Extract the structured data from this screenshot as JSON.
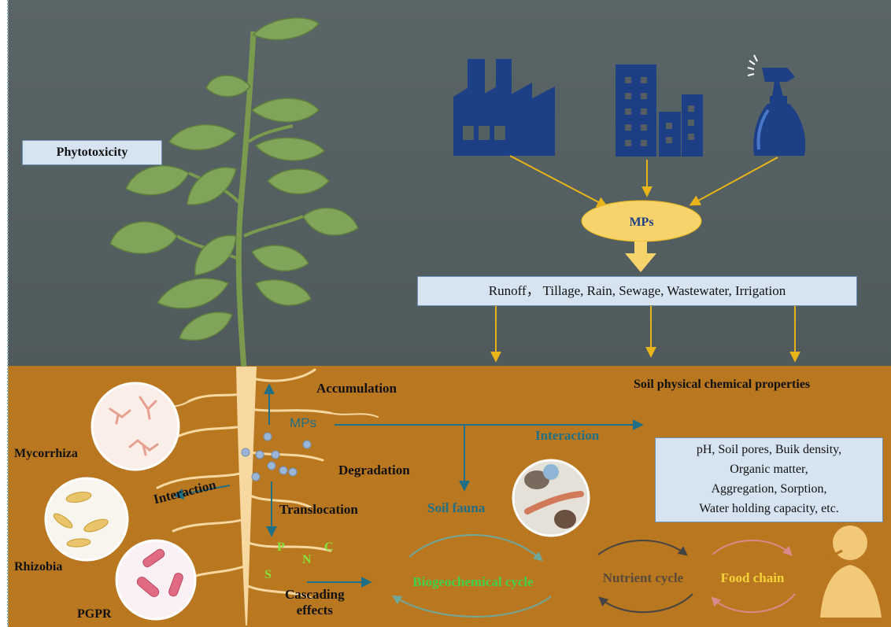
{
  "sky": {
    "phytotoxicity": "Phytotoxicity",
    "mps_label": "MPs",
    "sources_box": "Runoff， Tillage, Rain, Sewage, Wastewater, Irrigation"
  },
  "soil": {
    "properties_title": "Soil physical chemical properties",
    "properties_box": [
      "pH, Soil pores, Buik density,",
      "Organic matter,",
      "Aggregation, Sorption,",
      "Water holding capacity, etc."
    ],
    "accumulation": "Accumulation",
    "mps_root": "MPs",
    "interaction_right": "Interaction",
    "degradation": "Degradation",
    "translocation": "Translocation",
    "interaction_left": "Interaction",
    "soil_fauna": "Soil fauna",
    "nutrients": {
      "p": "P",
      "n": "N",
      "c": "C",
      "s": "S"
    },
    "cascading": [
      "Cascading",
      "effects"
    ],
    "biogeochemical": "Biogeochemical cycle",
    "nutrient_cycle": "Nutrient cycle",
    "food_chain": "Food chain",
    "microbes": {
      "mycorrhiza": "Mycorrhiza",
      "rhizobia": "Rhizobia",
      "pgpr": "PGPR"
    }
  },
  "colors": {
    "sky": "#556062",
    "soil": "#b9771f",
    "icon_blue": "#1d3f86",
    "arrow_yellow": "#e8b419",
    "arrow_teal": "#1f6f86",
    "ellipse_yellow": "#f6d36b",
    "box_blue": "#d6e4f2"
  }
}
